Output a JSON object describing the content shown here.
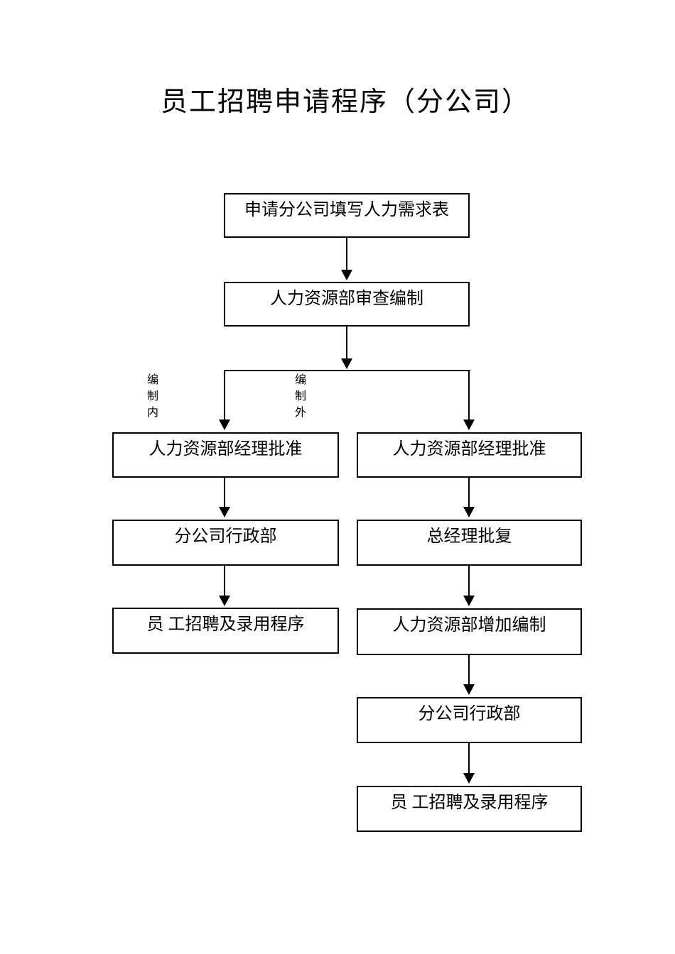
{
  "page": {
    "title": "员工招聘申请程序（分公司）",
    "background_color": "#ffffff",
    "line_color": "#000000"
  },
  "flowchart": {
    "nodes": {
      "request_form": {
        "label": "申请分公司填写人力需求表"
      },
      "hr_review": {
        "label": "人力资源部审查编制"
      },
      "left_hr_manager_approve": {
        "label": "人力资源部经理批准"
      },
      "left_branch_admin": {
        "label": "分公司行政部"
      },
      "left_recruit_hire_procedure": {
        "label": "员 工招聘及录用程序"
      },
      "right_hr_manager_approve": {
        "label": "人力资源部经理批准"
      },
      "gm_approval": {
        "label": "总经理批复"
      },
      "hr_add_headcount": {
        "label": "人力资源部增加编制"
      },
      "right_branch_admin": {
        "label": "分公司行政部"
      },
      "right_recruit_hire_procedure": {
        "label": "员 工招聘及录用程序"
      }
    },
    "branch_labels": {
      "in_headcount": "编制内",
      "out_headcount": "编制外"
    }
  }
}
